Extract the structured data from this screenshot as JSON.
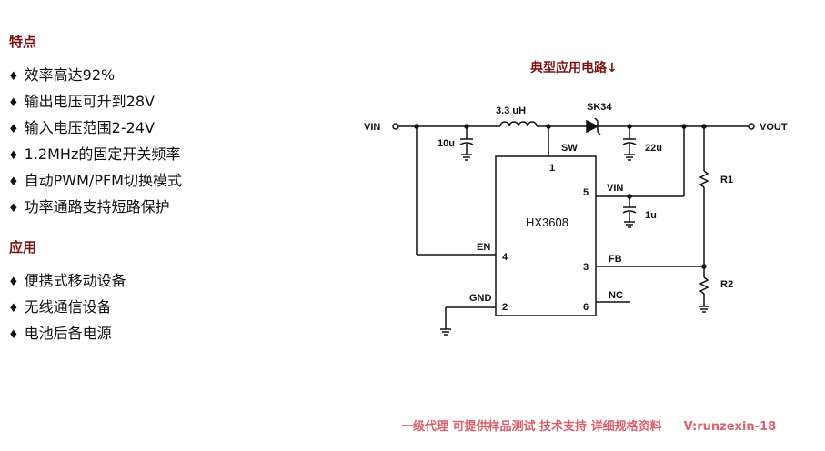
{
  "features": {
    "heading": "特点",
    "items": [
      "效率高达92%",
      "输出电压可升到28V",
      "输入电压范围2-24V",
      "1.2MHz的固定开关频率",
      "自动PWM/PFM切换模式",
      "功率通路支持短路保护"
    ]
  },
  "applications": {
    "heading": "应用",
    "items": [
      "便携式移动设备",
      "无线通信设备",
      "电池后备电源"
    ]
  },
  "schematic": {
    "title": "典型应用电路↓",
    "chip": "HX3608",
    "input_label": "VIN",
    "output_label": "VOUT",
    "inductor": "3.3 uH",
    "diode": "SK34",
    "cap_in": "10u",
    "cap_out": "22u",
    "cap_vin": "1u",
    "r1": "R1",
    "r2": "R2",
    "pins": {
      "p1": "1",
      "p1_name": "SW",
      "p5": "5",
      "p5_name": "VIN",
      "p4": "4",
      "p4_name": "EN",
      "p3": "3",
      "p3_name": "FB",
      "p2": "2",
      "p2_name": "GND",
      "p6": "6",
      "p6_name": "NC"
    }
  },
  "footer": {
    "text": "一级代理 可提供样品测试 技术支持 详细规格资料",
    "contact": "V:runzexin-18"
  }
}
